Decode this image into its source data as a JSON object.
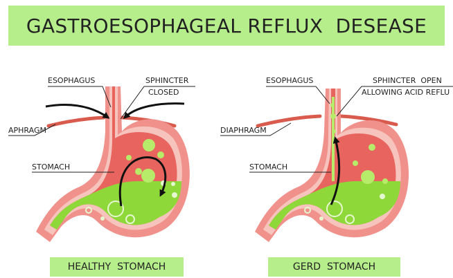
{
  "title": "GASTROESOPHAGEAL REFLUX  DESEASE",
  "colors": {
    "banner": "#b6ee8b",
    "stomach_outer": "#f0918b",
    "stomach_inner": "#f7c4bd",
    "stomach_cavity": "#e8645f",
    "acid": "#8fd83a",
    "acid_light": "#b7ec6a",
    "diaphragm": "#d95b4d",
    "arrow": "#111111"
  },
  "left_panel": {
    "labels": {
      "esophagus": "ESOPHAGUS",
      "sphincter_line1": "SPHINCTER",
      "sphincter_line2": "CLOSED",
      "diaphragm": "APHRAGM",
      "stomach": "STOMACH"
    },
    "caption": "HEALTHY  STOMACH"
  },
  "right_panel": {
    "labels": {
      "esophagus": "ESOPHAGUS",
      "sphincter_line1": "SPHINCTER  OPEN",
      "sphincter_line2": "ALLOWING ACID REFLU",
      "diaphragm": "DIAPHRAGM",
      "stomach": "STOMACH"
    },
    "caption": "GERD  STOMACH"
  }
}
